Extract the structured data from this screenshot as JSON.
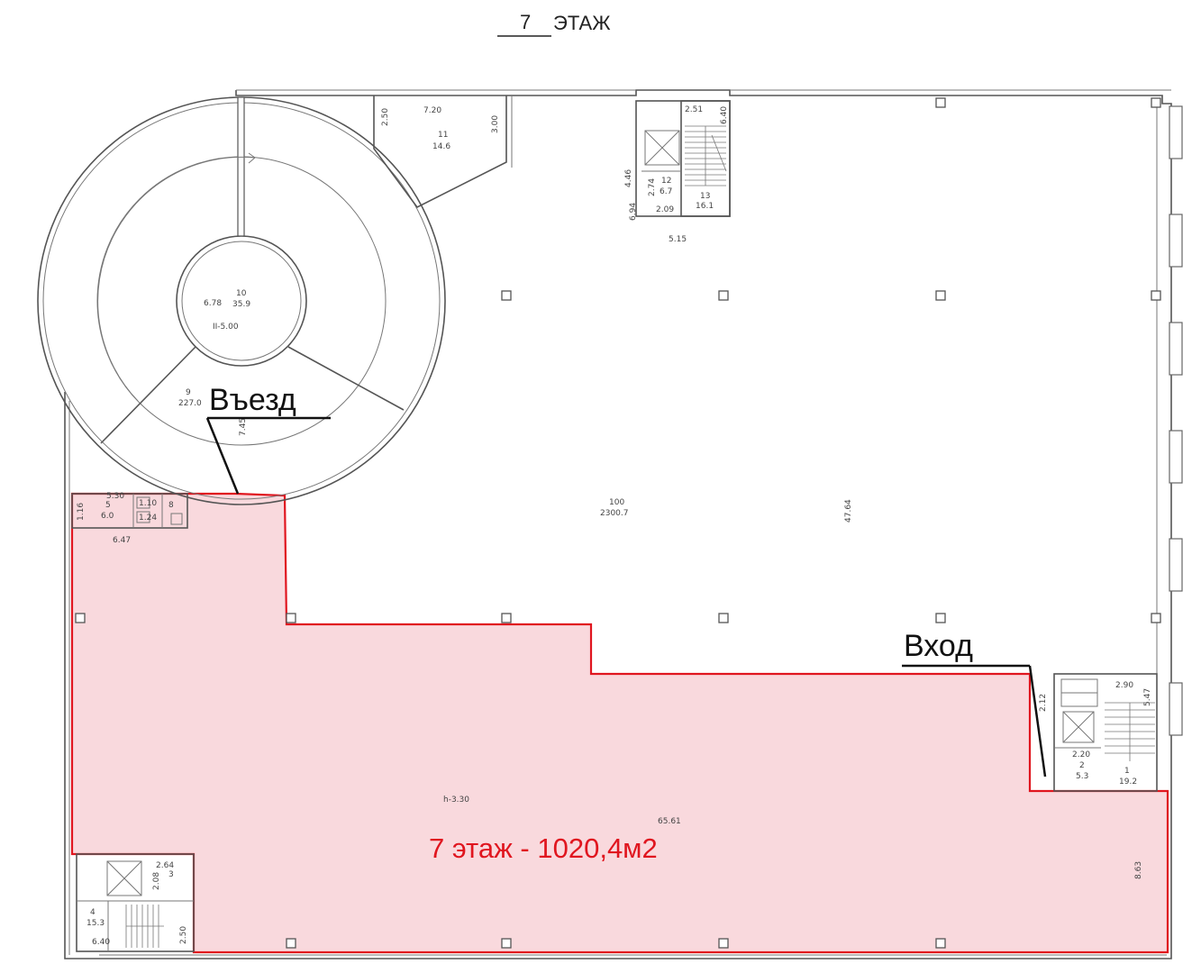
{
  "title": {
    "number": "7",
    "word": "ЭТАЖ"
  },
  "labels": {
    "entry_ramp": "Въезд",
    "entrance": "Вход",
    "area_caption": "7 этаж - 1020,4м2"
  },
  "rooms": [
    {
      "no": "11",
      "area": "14.6"
    },
    {
      "no": "12",
      "area": "6.7"
    },
    {
      "no": "13",
      "area": "16.1"
    },
    {
      "no": "10",
      "area": "35.9"
    },
    {
      "no": "9",
      "area": "227.0"
    },
    {
      "no": "100",
      "area": "2300.7"
    },
    {
      "no": "5",
      "area": "6.0"
    },
    {
      "no": "8",
      "area": ""
    },
    {
      "no": "3",
      "area": ""
    },
    {
      "no": "4",
      "area": "15.3"
    },
    {
      "no": "2",
      "area": "5.3"
    },
    {
      "no": "1",
      "area": "19.2"
    }
  ],
  "dims": {
    "d_720": "7.20",
    "d_250": "2.50",
    "d_300": "3.00",
    "d_251": "2.51",
    "d_640": "6.40",
    "d_446": "4.46",
    "d_274": "2.74",
    "d_209": "2.09",
    "d_694": "6.94",
    "d_515": "5.15",
    "d_678": "6.78",
    "d_ramp": "II-5.00",
    "d_745": "7.45",
    "d_4764": "47.64",
    "d_647": "6.47",
    "d_530": "5.30",
    "d_116": "1.16",
    "d_h": "h-3.30",
    "d_6561": "65.61",
    "d_863": "8.63",
    "d_264": "2.64",
    "d_208": "2.08",
    "d_250b": "2.50",
    "d_640b": "6.40",
    "d_290": "2.90",
    "d_547": "5.47",
    "d_220": "2.20",
    "d_212": "2.12",
    "d_1_10": "1.10",
    "d_1_24": "1.24"
  },
  "colors": {
    "highlight_fill": "#f9d9dd",
    "highlight_stroke": "#e0161f",
    "caption": "#e0161f"
  }
}
